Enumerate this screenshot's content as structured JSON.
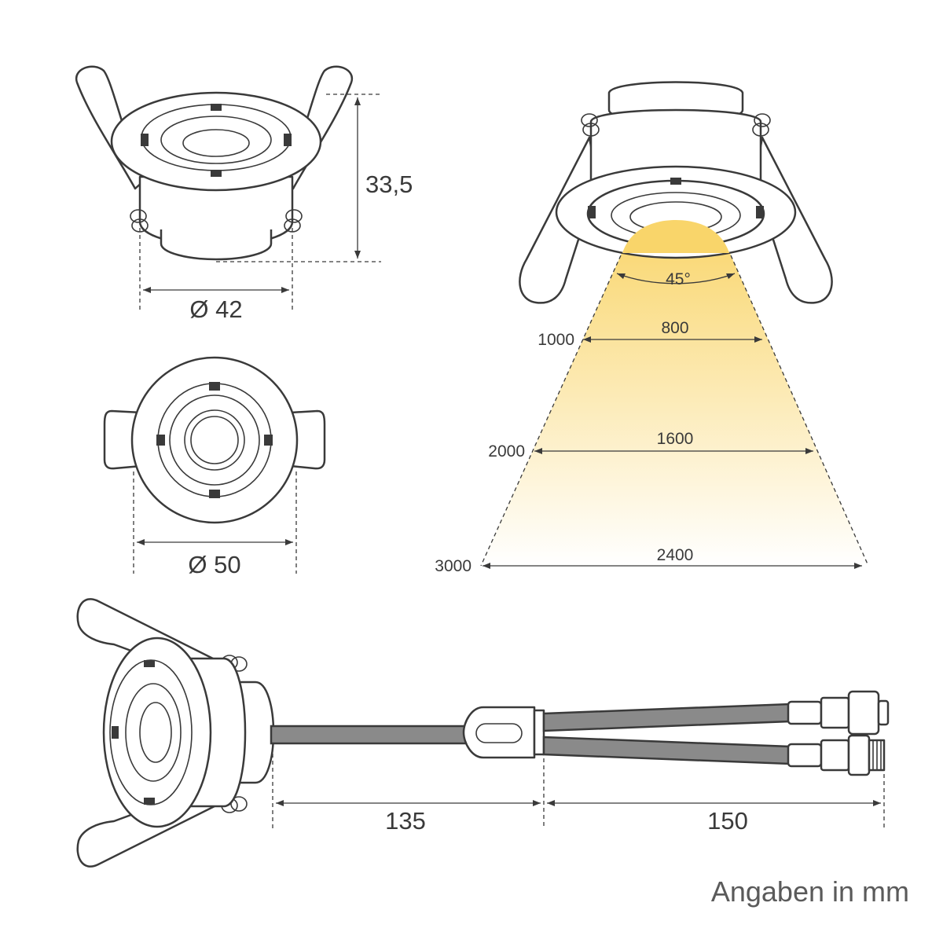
{
  "dimensions": {
    "height": "33,5",
    "inner_diameter": "Ø 42",
    "outer_diameter": "Ø 50",
    "cable_length_1": "135",
    "cable_length_2": "150"
  },
  "beam": {
    "angle": "45°",
    "distances": [
      "1000",
      "2000",
      "3000"
    ],
    "widths": [
      "800",
      "1600",
      "2400"
    ],
    "color_top": "#f9d56a",
    "color_bottom": "#ffffff"
  },
  "footer": {
    "units_note": "Angaben in mm"
  },
  "colors": {
    "line": "#3a3a3a",
    "cable": "#8a8a8a"
  }
}
